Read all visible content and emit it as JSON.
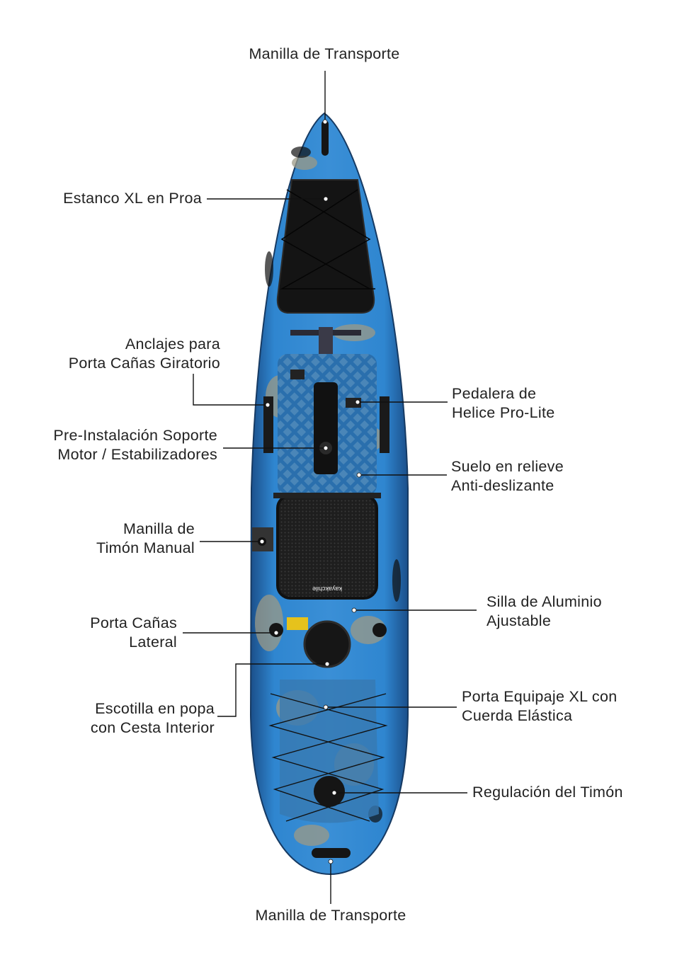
{
  "labels": {
    "bow_handle": "Manilla de Transporte",
    "bow_hatch": "Estanco XL en Proa",
    "rod_anchors": [
      "Anclajes para",
      "Porta Cañas Giratorio"
    ],
    "motor_mount": [
      "Pre-Instalación Soporte",
      "Motor / Estabilizadores"
    ],
    "rudder_handle": [
      "Manilla de",
      "Timón Manual"
    ],
    "side_rod_holder": [
      "Porta Cañas",
      "Lateral"
    ],
    "stern_hatch": [
      "Escotilla en popa",
      "con Cesta Interior"
    ],
    "pedal_drive": [
      "Pedalera de",
      "Helice Pro-Lite"
    ],
    "floor": [
      "Suelo en relieve",
      "Anti-deslizante"
    ],
    "seat": [
      "Silla de Aluminio",
      "Ajustable"
    ],
    "cargo": [
      "Porta Equipaje XL con",
      "Cuerda Elástica"
    ],
    "rudder_adjust": "Regulación del Timón",
    "stern_handle": "Manilla de Transporte"
  },
  "seat_brand": "kayakchile",
  "colors": {
    "hull": "#2a7bc4",
    "hull_dark": "#1a4f86",
    "tan": "#9a9a86",
    "text": "#222222"
  }
}
